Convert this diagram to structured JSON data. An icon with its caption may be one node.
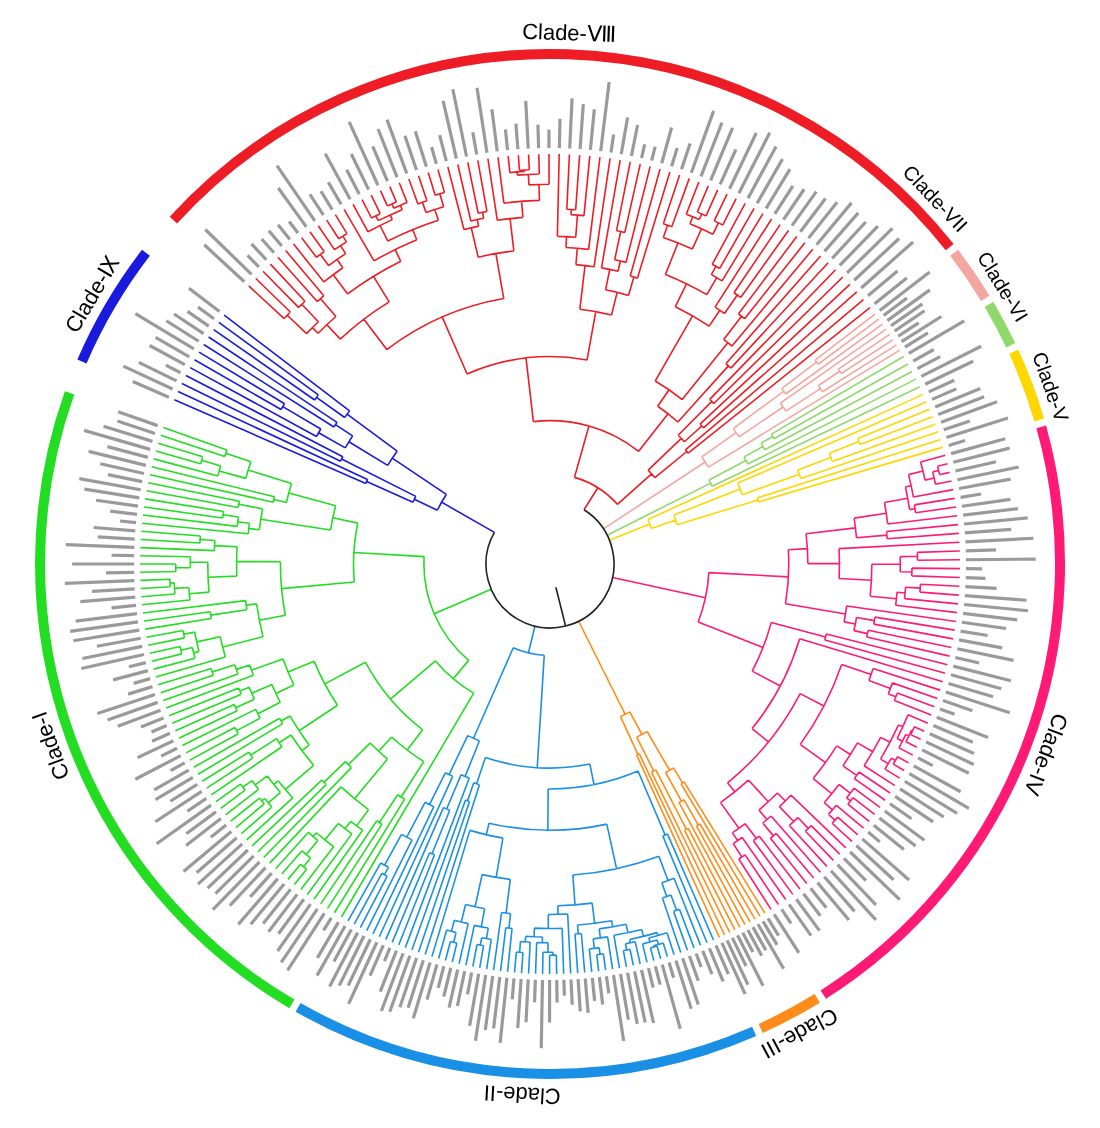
{
  "diagram": {
    "labels": [
      "Clade-Ⅷ",
      "Clade-VII",
      "Clade-VI",
      "Clade-V",
      "Clade-IV",
      "Clade-III",
      "Clade-II",
      "Clade-I",
      "Clade-Ⅸ"
    ]
  }
}
